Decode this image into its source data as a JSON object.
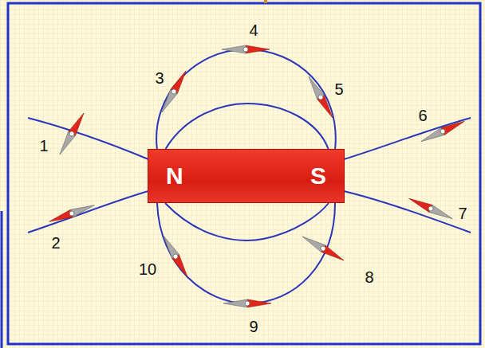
{
  "diagram": {
    "nodes": [
      {
        "text": [
          "N",
          "S"
        ]
      }
    ],
    "labels": [
      "1",
      "2",
      "3",
      "4",
      "5",
      "6",
      "7",
      "8",
      "9",
      "10"
    ]
  }
}
